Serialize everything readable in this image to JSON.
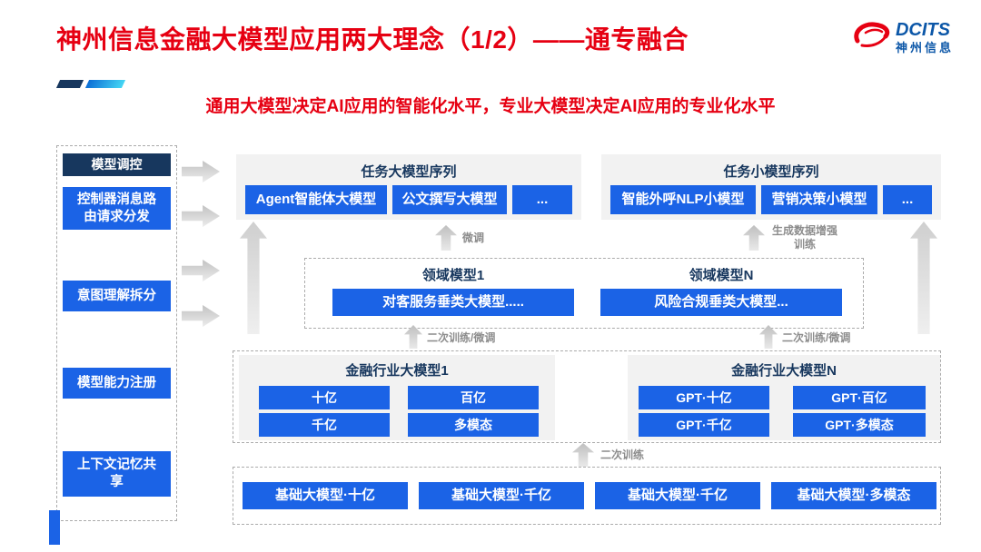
{
  "slide": {
    "title": "神州信息金融大模型应用两大理念（1/2）——通专融合",
    "subtitle": "通用大模型决定AI应用的智能化水平，专业大模型决定AI应用的专业化水平"
  },
  "logo": {
    "brand": "DCITS",
    "brand_cn": "神州信息"
  },
  "control_panel": {
    "header": "模型调控",
    "items": [
      "控制器消息路由请求分发",
      "意图理解拆分",
      "模型能力注册",
      "上下文记忆共享"
    ]
  },
  "task_large_series": {
    "header": "任务大模型序列",
    "boxes": [
      "Agent智能体大模型",
      "公文撰写大模型",
      "..."
    ]
  },
  "task_small_series": {
    "header": "任务小模型序列",
    "boxes": [
      "智能外呼NLP小模型",
      "营销决策小模型",
      "..."
    ]
  },
  "domain_models": {
    "model1": {
      "header": "领域模型1",
      "box": "对客服务垂类大模型....."
    },
    "modelN": {
      "header": "领域模型N",
      "box": "风险合规垂类大模型..."
    }
  },
  "industry_models": {
    "model1": {
      "header": "金融行业大模型1",
      "boxes": [
        "十亿",
        "百亿",
        "千亿",
        "多模态"
      ]
    },
    "modelN": {
      "header": "金融行业大模型N",
      "boxes": [
        "GPT·十亿",
        "GPT·百亿",
        "GPT·千亿",
        "GPT·多模态"
      ]
    }
  },
  "base_models": {
    "boxes": [
      "基础大模型·十亿",
      "基础大模型·千亿",
      "基础大模型·千亿",
      "基础大模型·多模态"
    ]
  },
  "flow_labels": {
    "finetune": "微调",
    "gen_data_augment": "生成数据增强训练",
    "retrain_finetune_left": "二次训练/微调",
    "retrain_finetune_right": "二次训练/微调",
    "retrain": "二次训练"
  },
  "colors": {
    "accent_red": "#E60012",
    "box_blue": "#1B63E6",
    "header_navy": "#17375E",
    "panel_gray": "#F2F2F2",
    "label_gray": "#8C8C8C"
  }
}
